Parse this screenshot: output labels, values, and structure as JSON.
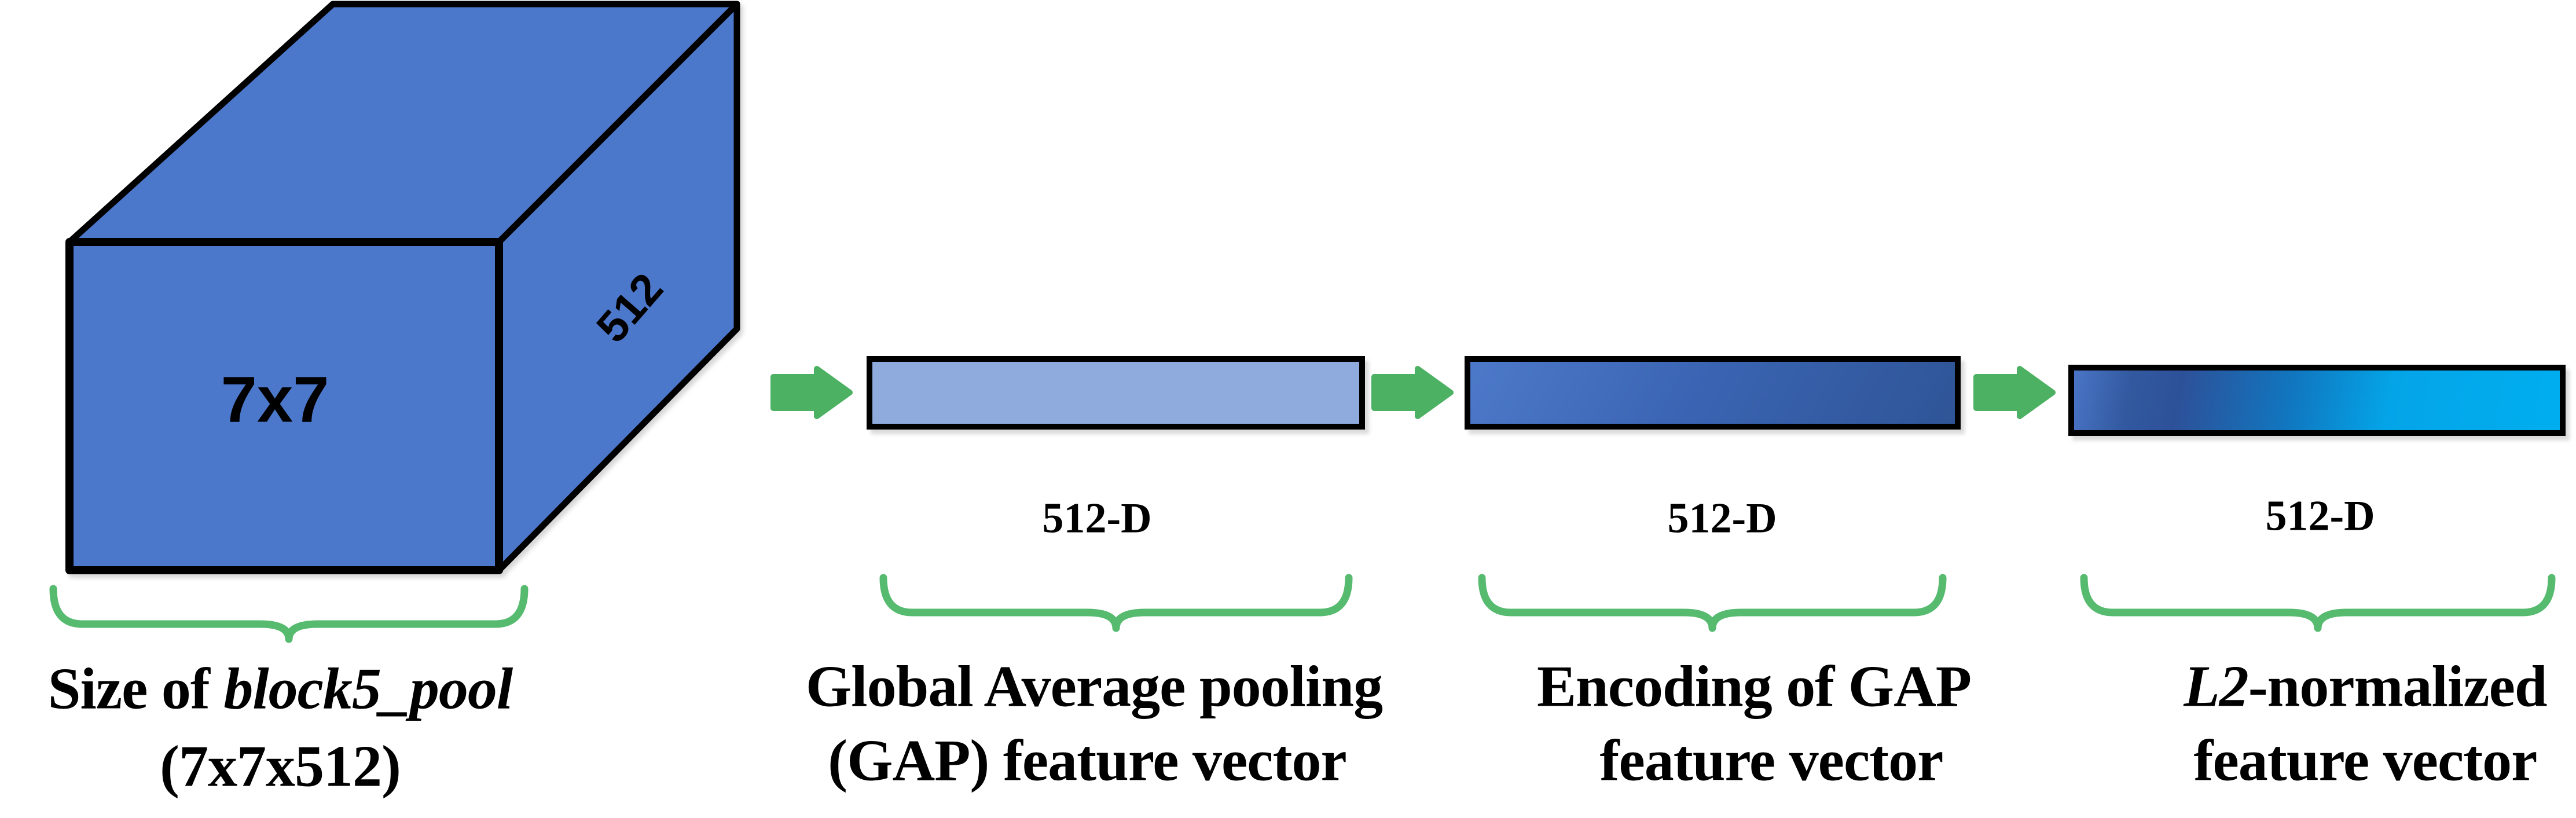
{
  "figure": {
    "cube": {
      "front_label": "7x7",
      "side_label": "512"
    },
    "dim_labels": [
      "512-D",
      "512-D",
      "512-D"
    ],
    "captions": {
      "c1_prefix": "Size of ",
      "c1_italic": "block5_pool",
      "c1_line2": "(7x7x512)",
      "c2_line1": "Global Average pooling",
      "c2_line2": "(GAP) feature vector",
      "c3_line1": "Encoding of GAP",
      "c3_line2": "feature vector",
      "c4_italic": "L2",
      "c4_suffix": "-normalized",
      "c4_line2": "feature vector"
    },
    "colors": {
      "cube_fill": "#4c78cc",
      "bar1_fill": "#8faadc",
      "bar2_gradient_start": "#4d79ca",
      "bar2_gradient_end": "#2f5597",
      "bar3_gradient_left": "#4a75c6",
      "bar3_gradient_dark_band": "#2d5199",
      "bar3_gradient_right": "#00aeef",
      "arrow_green": "#4db163",
      "brace_green": "#56ba6f",
      "outline_black": "#000000"
    }
  }
}
